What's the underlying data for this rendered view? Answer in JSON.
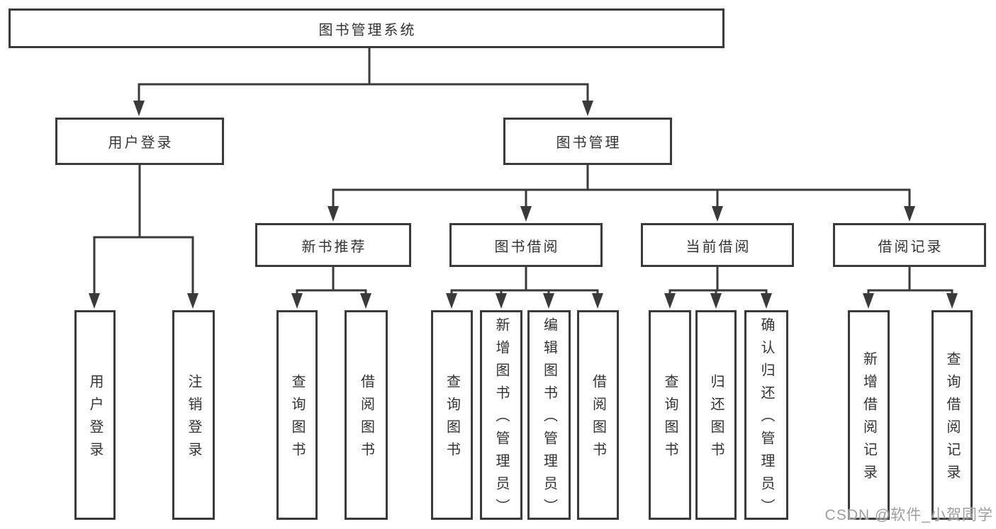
{
  "tree": {
    "label": "图书管理系统",
    "children": [
      {
        "label": "用户登录",
        "children": [
          {
            "label": "用户登录"
          },
          {
            "label": "注销登录"
          }
        ]
      },
      {
        "label": "图书管理",
        "children": [
          {
            "label": "新书推荐",
            "children": [
              {
                "label": "查询图书"
              },
              {
                "label": "借阅图书"
              }
            ]
          },
          {
            "label": "图书借阅",
            "children": [
              {
                "label": "查询图书"
              },
              {
                "label": "新增图书（管理员）"
              },
              {
                "label": "编辑图书（管理员）"
              },
              {
                "label": "借阅图书"
              }
            ]
          },
          {
            "label": "当前借阅",
            "children": [
              {
                "label": "查询图书"
              },
              {
                "label": "归还图书"
              },
              {
                "label": "确认归还（管理员）"
              }
            ]
          },
          {
            "label": "借阅记录",
            "children": [
              {
                "label": "新增借阅记录"
              },
              {
                "label": "查询借阅记录"
              }
            ]
          }
        ]
      }
    ]
  },
  "watermark": {
    "text": "CSDN @软件_小贺同学"
  },
  "colors": {
    "line": "#3a3a3a",
    "box_border": "#3a3a3a",
    "text": "#333333",
    "watermark": "#9d9d9d",
    "background": "#ffffff"
  }
}
